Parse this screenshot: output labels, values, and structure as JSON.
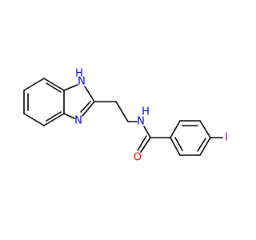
{
  "molecule": {
    "atoms": {
      "nh_imidazole": {
        "text": "H",
        "color": "#0000ff"
      },
      "nh_imidazole_n": {
        "text": "N",
        "color": "#0000ff"
      },
      "n_imidazole": {
        "text": "N",
        "color": "#0000ff"
      },
      "n_amide": {
        "text": "N",
        "color": "#0000ff"
      },
      "h_amide": {
        "text": "H",
        "color": "#0000ff"
      },
      "o_carbonyl": {
        "text": "O",
        "color": "#ff0000"
      },
      "iodine": {
        "text": "I",
        "color": "#940094"
      }
    },
    "bond_color": "#000000"
  }
}
